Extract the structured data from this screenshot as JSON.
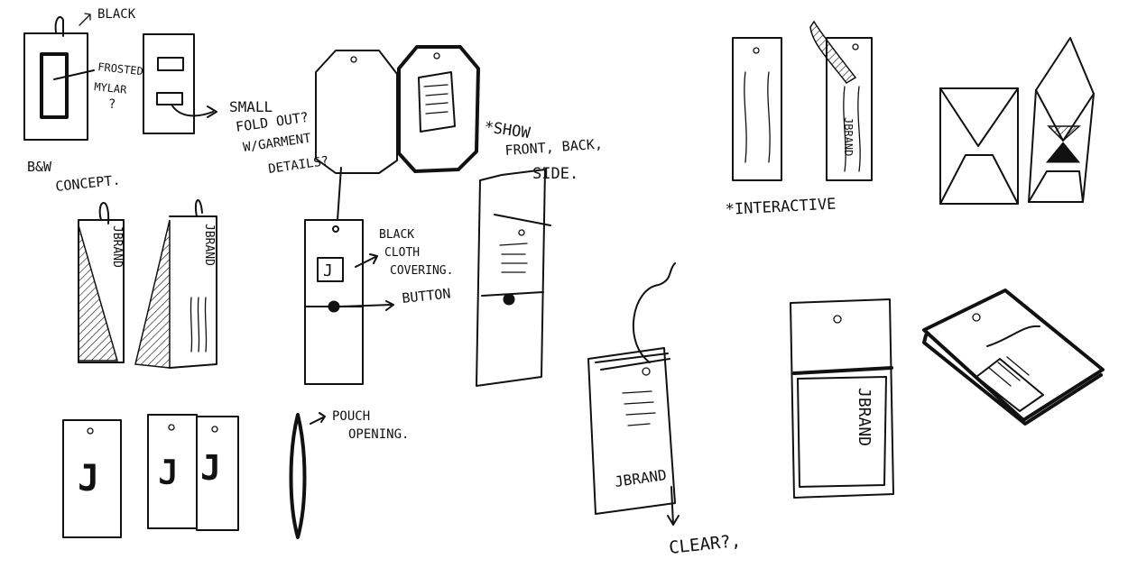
{
  "notes": {
    "black": "BLACK",
    "frosted": "FROSTED",
    "mylar": "MYLAR",
    "question": "?",
    "small": "SMALL",
    "fold_out": "FOLD OUT?",
    "with_garment": "W/GARMENT",
    "details": "DETAILS?",
    "bw_concept_1": "B&W",
    "bw_concept_2": "CONCEPT.",
    "show_1": "*SHOW",
    "show_2": "FRONT, BACK,",
    "show_3": "SIDE.",
    "black_cloth_1": "BLACK",
    "black_cloth_2": "CLOTH",
    "black_cloth_3": "COVERING.",
    "button": "BUTTON",
    "pouch_1": "POUCH",
    "pouch_2": "OPENING.",
    "interactive": "*INTERACTIVE",
    "clear": "CLEAR?,"
  },
  "tag_text": {
    "brand": "JBRAND",
    "letter": "J"
  }
}
